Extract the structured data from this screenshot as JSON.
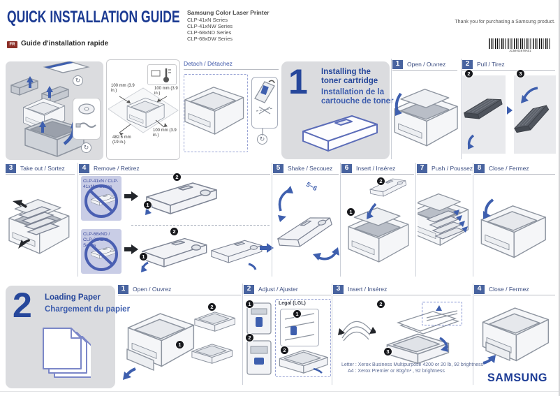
{
  "header": {
    "title": "QUICK INSTALLATION GUIDE",
    "product": "Samsung Color Laser Printer",
    "models": [
      "CLP-41xN Series",
      "CLP-41xNW Series",
      "CLP-68xND Series",
      "CLP-68xDW Series"
    ],
    "thanks": "Thank you for purchasing a Samsung product.",
    "lang_badge": "FR",
    "subtitle": "Guide d'installation rapide",
    "barcode_label": "JC68-02878A01"
  },
  "callouts": {
    "one": "1",
    "two": "2",
    "three": "3"
  },
  "section1": {
    "number": "1",
    "title_en_line1": "Installing the",
    "title_en_line2": "toner cartridge",
    "title_fr_line1": "Installation de la",
    "title_fr_line2": "cartouche de toner",
    "detach_label": "Detach / Détachez",
    "clearance": {
      "top_left": "100 mm (3.9 in.)",
      "top_right": "100 mm (3.9 in.)",
      "bottom_left": "482.6 mm (19 in.)",
      "bottom_right": "100 mm (3.9 in.)"
    },
    "steps": [
      {
        "num": "1",
        "label": "Open / Ouvrez"
      },
      {
        "num": "2",
        "label": "Pull / Tirez"
      },
      {
        "num": "3",
        "label": "Take out / Sortez"
      },
      {
        "num": "4",
        "label": "Remove / Retirez"
      },
      {
        "num": "5",
        "label": "Shake / Secouez"
      },
      {
        "num": "6",
        "label": "Insert / Insérez"
      },
      {
        "num": "7",
        "label": "Push / Poussez"
      },
      {
        "num": "8",
        "label": "Close / Fermez"
      }
    ],
    "variant_a": "CLP-41xN / CLP-41xNW Series",
    "variant_b": "CLP-68xND / CLP-68xDW Series",
    "shake_count": "5~6"
  },
  "section2": {
    "number": "2",
    "title_en": "Loading Paper",
    "title_fr": "Chargement du papier",
    "steps": [
      {
        "num": "1",
        "label": "Open / Ouvrez"
      },
      {
        "num": "2",
        "label": "Adjust / Ajuster"
      },
      {
        "num": "3",
        "label": "Insert / Insérez"
      },
      {
        "num": "4",
        "label": "Close / Fermez"
      }
    ],
    "legal_label": "Legal (LGL)",
    "paper_notes": [
      "Letter : Xerox Business Multipurpose 4200 or 20 lb, 92 brightness",
      "A4 : Xerox Premier or 80g/m² , 92 brightness"
    ]
  },
  "footer": {
    "logo": "SAMSUNG"
  }
}
